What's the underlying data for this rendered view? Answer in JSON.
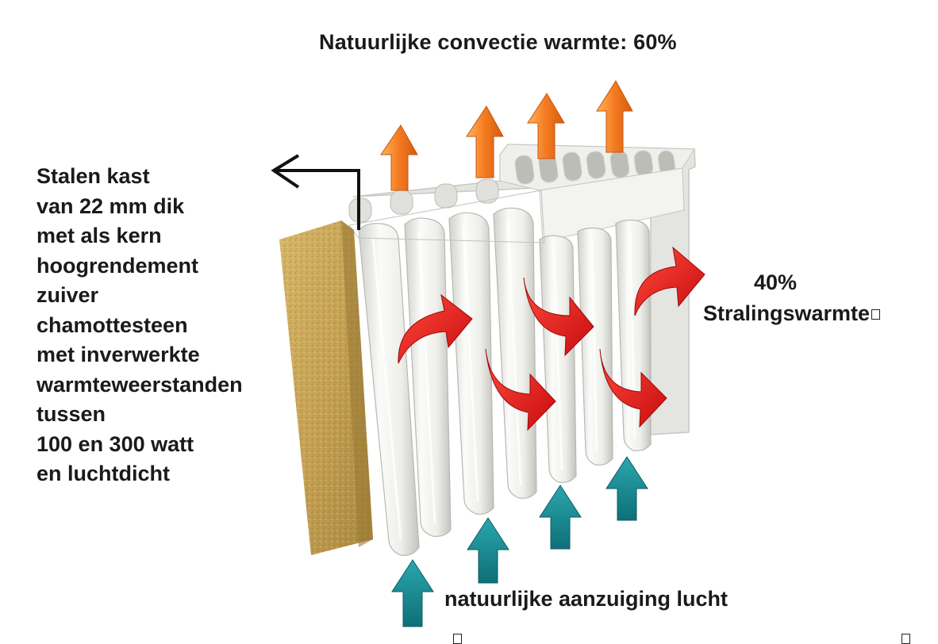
{
  "title": "Natuurlijke convectie warmte: 60%",
  "left_description": [
    "Stalen kast",
    "van 22 mm dik",
    "met als kern",
    "hoogrendement",
    "zuiver",
    "chamottesteen",
    "met inverwerkte",
    "warmteweerstanden",
    "tussen",
    "100 en 300 watt",
    "en luchtdicht"
  ],
  "radiation_percent": "40%",
  "radiation_label": "Stralingswarmte",
  "bottom_label": "natuurlijke aanzuiging lucht",
  "colors": {
    "up_arrow": "#f47a20",
    "radiant_arrow": "#e8181a",
    "intake_arrow": "#1b8f97",
    "stone": "#c9a65a",
    "steel": "#ededea"
  },
  "icons": [
    "pointer-arrow-icon",
    "convection-arrow-icon",
    "radiation-arrow-icon",
    "air-intake-arrow-icon"
  ]
}
